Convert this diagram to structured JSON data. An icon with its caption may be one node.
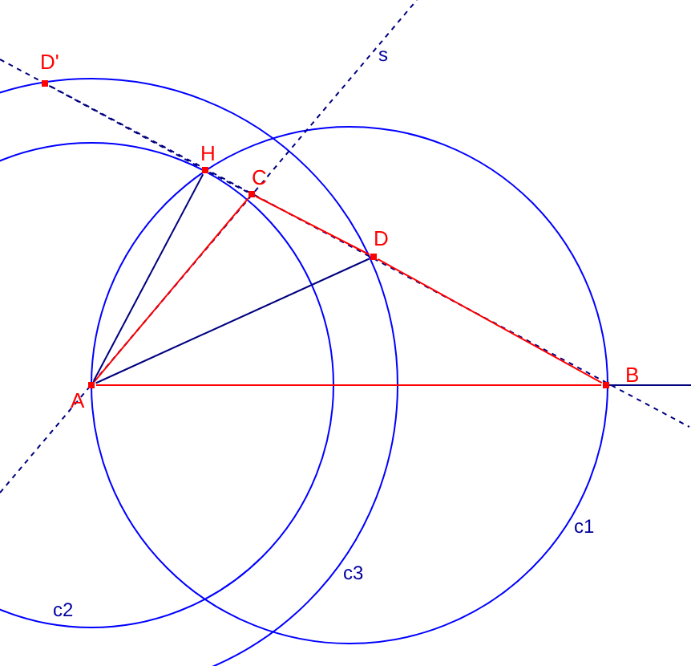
{
  "diagram": {
    "nodes": [
      {
        "text": [
          "D'"
        ]
      },
      {
        "text": [
          "H"
        ]
      },
      {
        "text": [
          "C"
        ]
      },
      {
        "text": [
          "D"
        ]
      },
      {
        "text": [
          "A"
        ]
      },
      {
        "text": [
          "B"
        ]
      }
    ],
    "edges": [
      {
        "from": 0,
        "to": 1,
        "arrow": "none",
        "style": "dashed",
        "color": "#000080"
      },
      {
        "from": 1,
        "to": 2,
        "arrow": "none",
        "style": "dashed",
        "color": "#000080"
      },
      {
        "from": 2,
        "to": 3,
        "arrow": "none",
        "color": "#ff0000"
      },
      {
        "from": 3,
        "to": 5,
        "arrow": "none",
        "color": "#ff0000"
      },
      {
        "from": 4,
        "to": 2,
        "arrow": "none",
        "color": "#ff0000"
      },
      {
        "from": 4,
        "to": 1,
        "arrow": "none",
        "color": "#000080"
      },
      {
        "from": 4,
        "to": 3,
        "arrow": "none",
        "color": "#000080"
      },
      {
        "from": 4,
        "to": 5,
        "arrow": "none",
        "color": "#ff0000"
      }
    ],
    "labels": [
      "s",
      "c1",
      "c2",
      "c3"
    ]
  }
}
